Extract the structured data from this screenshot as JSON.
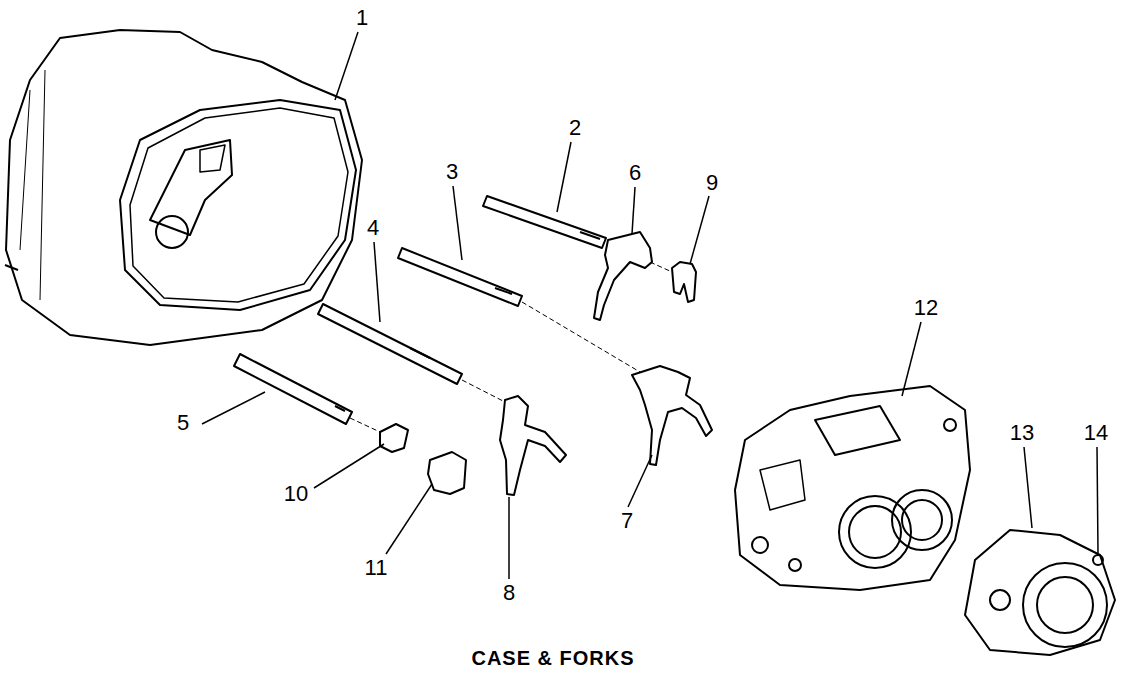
{
  "diagram": {
    "caption": "CASE & FORKS",
    "labels": [
      "1",
      "2",
      "3",
      "4",
      "5",
      "6",
      "7",
      "8",
      "9",
      "10",
      "11",
      "12",
      "13",
      "14"
    ]
  }
}
